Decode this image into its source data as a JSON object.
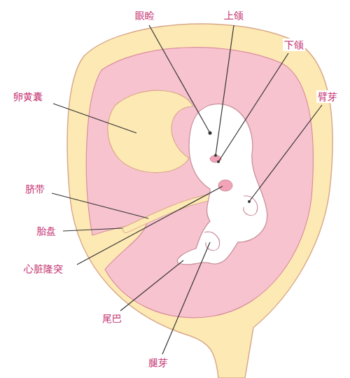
{
  "diagram": {
    "labels": [
      "眼睑",
      "上颌",
      "下颌",
      "臂芽",
      "卵黄囊",
      "脐带",
      "胎盘",
      "心脏隆突",
      "尾巴",
      "腿芽"
    ]
  }
}
